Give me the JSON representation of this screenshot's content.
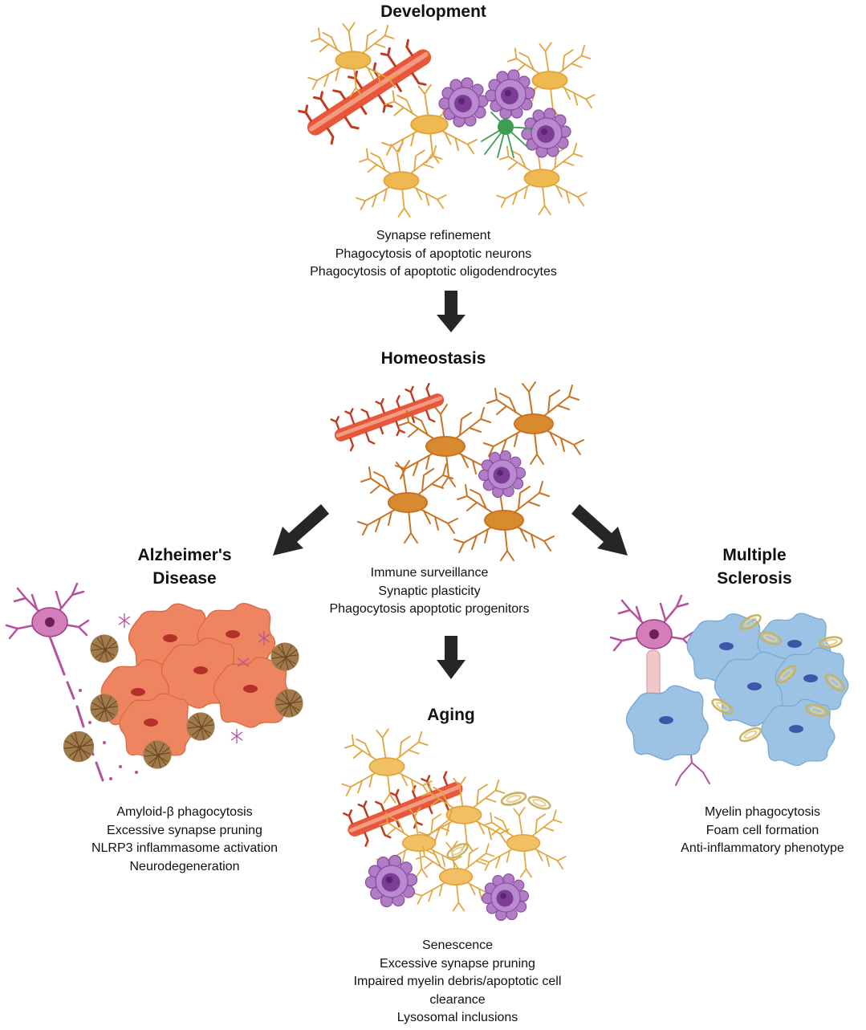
{
  "sections": {
    "development": {
      "title": "Development",
      "lines": [
        "Synapse refinement",
        "Phagocytosis of apoptotic neurons",
        "Phagocytosis of apoptotic oligodendrocytes"
      ]
    },
    "homeostasis": {
      "title": "Homeostasis",
      "lines": [
        "Immune surveillance",
        "Synaptic plasticity",
        "Phagocytosis apoptotic progenitors"
      ]
    },
    "alzheimers": {
      "title_lines": [
        "Alzheimer's",
        "Disease"
      ],
      "lines": [
        "Amyloid-β phagocytosis",
        "Excessive synapse pruning",
        "NLRP3 inflammasome activation",
        "Neurodegeneration"
      ]
    },
    "multiple_sclerosis": {
      "title_lines": [
        "Multiple",
        "Sclerosis"
      ],
      "lines": [
        "Myelin phagocytosis",
        "Foam cell formation",
        "Anti-inflammatory phenotype"
      ]
    },
    "aging": {
      "title": "Aging",
      "lines": [
        "Senescence",
        "Excessive synapse pruning",
        "Impaired myelin debris/apoptotic cell",
        "clearance",
        "Lysosomal inclusions"
      ]
    }
  },
  "colors": {
    "microglia_development": "#e8b44f",
    "microglia_homeostasis": "#cf7a26",
    "microglia_aging": "#eeb950",
    "alzheimers_cell": "#ef8560",
    "ms_cell": "#9cc3e4",
    "vessel": "#d9472e",
    "apoptotic_cell": "#9b5fb0",
    "neuron": "#b5519a",
    "oligodendrocyte": "#3f9c55",
    "arrow": "#262626"
  }
}
